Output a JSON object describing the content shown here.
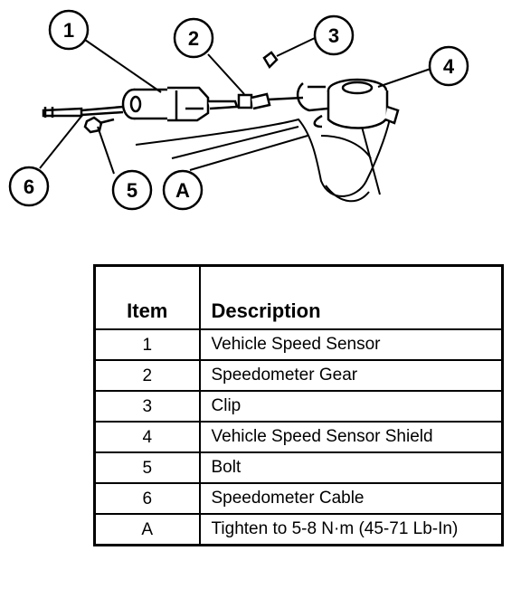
{
  "callouts": [
    {
      "id": "1"
    },
    {
      "id": "2"
    },
    {
      "id": "3"
    },
    {
      "id": "4"
    },
    {
      "id": "5"
    },
    {
      "id": "6"
    },
    {
      "id": "A"
    }
  ],
  "table": {
    "headers": {
      "item": "Item",
      "description": "Description"
    },
    "rows": [
      {
        "item": "1",
        "description": "Vehicle Speed Sensor"
      },
      {
        "item": "2",
        "description": "Speedometer Gear"
      },
      {
        "item": "3",
        "description": "Clip"
      },
      {
        "item": "4",
        "description": "Vehicle Speed Sensor Shield"
      },
      {
        "item": "5",
        "description": "Bolt"
      },
      {
        "item": "6",
        "description": "Speedometer Cable"
      },
      {
        "item": "A",
        "description": "Tighten to 5-8 N·m (45-71 Lb-In)"
      }
    ]
  }
}
